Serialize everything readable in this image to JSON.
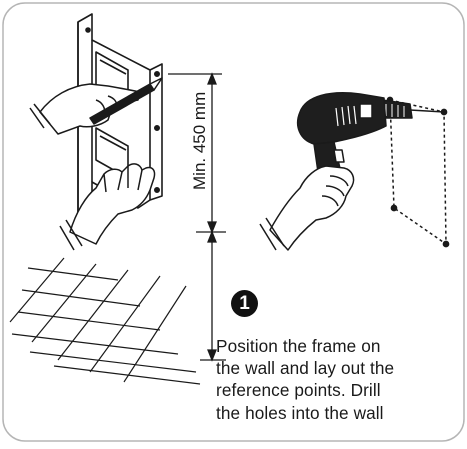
{
  "step": {
    "number": "1",
    "lines": [
      "Position the frame on",
      "the wall and lay out the",
      "reference points. Drill",
      "the holes into the wall"
    ]
  },
  "dimension": {
    "label": "Min. 450 mm"
  },
  "colors": {
    "outline": "#1a1a1a",
    "frame_border": "#b5b5b5",
    "drill_body": "#1e1e1e",
    "badge": "#111111"
  }
}
